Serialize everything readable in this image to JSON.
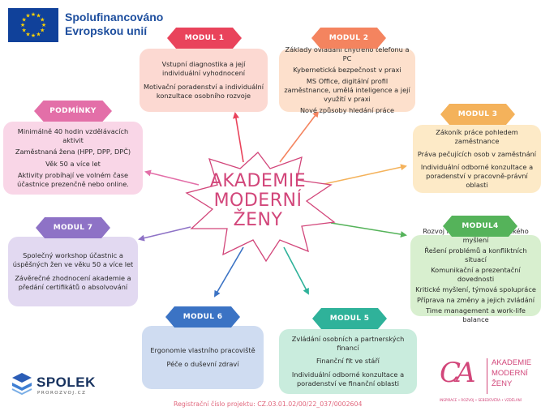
{
  "header": {
    "eu_line1": "Spolufinancováno",
    "eu_line2": "Evropskou unií"
  },
  "center": {
    "line1": "AKADEMIE",
    "line2": "MODERNÍ",
    "line3": "ŽENY"
  },
  "modules": {
    "m1": {
      "title": "MODUL 1",
      "items": [
        "Vstupní diagnostika a její individuální vyhodnocení",
        "Motivační poradenství a individuální konzultace osobního rozvoje"
      ],
      "color": "#e9435b",
      "fill": "#fcd9d2"
    },
    "m2": {
      "title": "MODUL 2",
      "items": [
        "Základy ovládání chytrého telefonu a PC",
        "Kybernetická bezpečnost v praxi",
        "MS Office, digitální profil zaměstnance, umělá inteligence a její využití v praxi",
        "Nové způsoby hledání práce"
      ],
      "color": "#f4845f",
      "fill": "#fde0cc"
    },
    "m3": {
      "title": "MODUL 3",
      "items": [
        "Zákoník práce pohledem zaměstnance",
        "Práva pečujících osob v zaměstnání",
        "Individuální odborné konzultace a poradenství v pracovně-právní oblasti"
      ],
      "color": "#f4b25b",
      "fill": "#fdeac7"
    },
    "m4": {
      "title": "MODUL4",
      "items": [
        "Rozvoj logického a analytického myšlení",
        "Řešení problémů a konfliktních situací",
        "Komunikační a prezentační dovednosti",
        "Kritické myšlení, týmová spolupráce",
        "Příprava na změny a jejich zvládání",
        "Time management a work-life balance"
      ],
      "color": "#55b35a",
      "fill": "#d8efcf"
    },
    "m5": {
      "title": "MODUL 5",
      "items": [
        "Zvládání osobních a partnerských financí",
        "Finanční fit ve stáří",
        "Individuální odborné konzultace a poradenství ve finanční oblasti"
      ],
      "color": "#2fb29a",
      "fill": "#c9ecdd"
    },
    "m6": {
      "title": "MODUL 6",
      "items": [
        "Ergonomie vlastního pracoviště",
        "Péče o duševní zdraví"
      ],
      "color": "#3b73c4",
      "fill": "#cfdcf1"
    },
    "m7": {
      "title": "MODUL 7",
      "items": [
        "Společný workshop účastnic a úspěšných žen ve věku 50 a více let",
        "Závěrečné zhodnocení akademie a předání certifikátů o absolvování"
      ],
      "color": "#8e72c6",
      "fill": "#e2d9f1"
    },
    "podminky": {
      "title": "PODMÍNKY",
      "items": [
        "Minimálně 40 hodin vzdělávacích aktivit",
        "Zaměstnaná žena (HPP, DPP, DPČ)",
        "Věk 50 a více let",
        "Aktivity probíhají ve volném čase účastnice prezenčně nebo online."
      ],
      "color": "#e36fa8",
      "fill": "#f9d6e7"
    }
  },
  "footer": {
    "spolek": "SPOLEK",
    "spolek_sub": "PROROZVOJ.CZ",
    "registration": "Registrační číslo projektu: CZ.03.01.02/00/22_037/0002604",
    "logo_monogram": "CA",
    "logo_line1": "AKADEMIE",
    "logo_line2": "MODERNÍ",
    "logo_line3": "ŽENY",
    "logo_tagline": "INSPIRACE • ROZVOJ • SEBEDŮVĚRA • VZDĚLÁNÍ"
  }
}
